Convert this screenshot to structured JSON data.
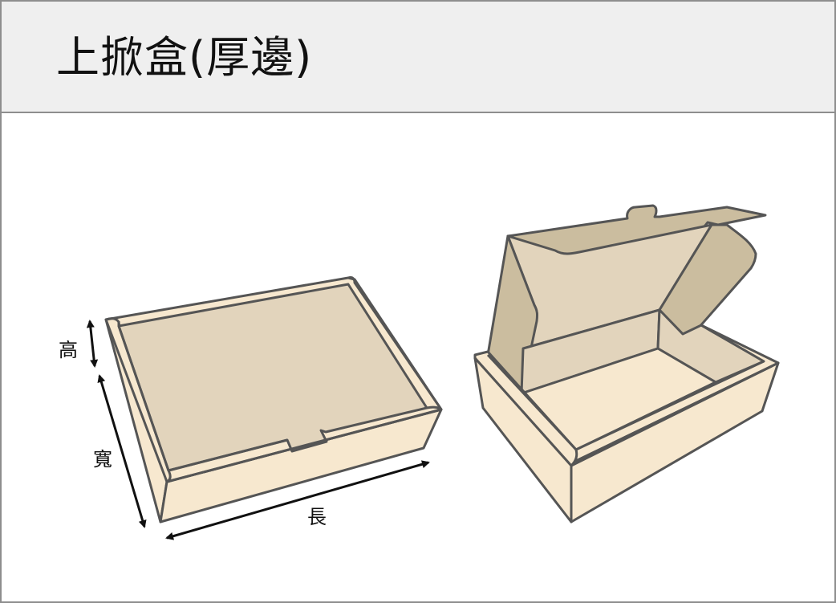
{
  "header": {
    "title": "上掀盒(厚邊)"
  },
  "diagram": {
    "closed_box": {
      "label": "closed-mailer-box",
      "dimensions": {
        "height_label": "高",
        "width_label": "寬",
        "length_label": "長"
      }
    },
    "open_box": {
      "label": "open-mailer-box"
    }
  },
  "colors": {
    "frame_border": "#8e8e8e",
    "header_bg": "#efefef",
    "cardboard_light": "#f7e8cf",
    "cardboard_top": "#e2d4bc",
    "cardboard_inner_flap": "#cbbd9f",
    "outline": "#555555",
    "arrow": "#111111"
  }
}
